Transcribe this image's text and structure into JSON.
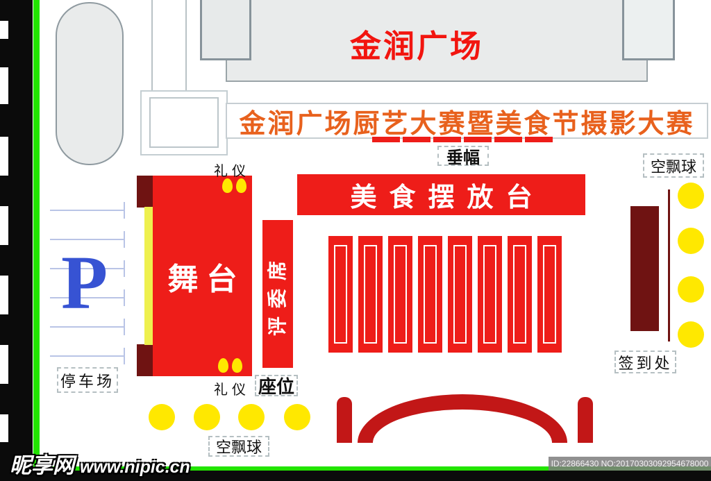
{
  "plaza": {
    "title": "金润广场"
  },
  "event_banner": {
    "text": "金润广场厨艺大赛暨美食节摄影大赛",
    "label": "垂幅"
  },
  "zones": {
    "food_display_table": "美食摆放台",
    "food_display_columns": 8,
    "stage": "舞台",
    "judges_seats": "评委席",
    "seats": "座位",
    "etiquette_top": "礼仪",
    "etiquette_bottom": "礼仪",
    "parking_symbol": "P",
    "parking_lot": "停车场",
    "sign_in": "签到处",
    "air_balloons_right": "空飘球",
    "air_balloons_bottom": "空飘球",
    "balloon_count_right": 4,
    "balloon_count_bottom": 4
  },
  "watermark": {
    "site_name": "昵享网",
    "site_url": "www.nipic.cn",
    "image_id": "ID:22866430 NO:20170303092954678000"
  },
  "colors": {
    "bright_red": "#ee1d19",
    "orange_text": "#e8611d",
    "maroon": "#6f1312",
    "arch_crimson": "#c21717",
    "balloon_yellow": "#ffe800",
    "stage_edge_yellow": "#eef04e",
    "parking_blue": "#3753d3",
    "frame_green": "#22e400"
  }
}
